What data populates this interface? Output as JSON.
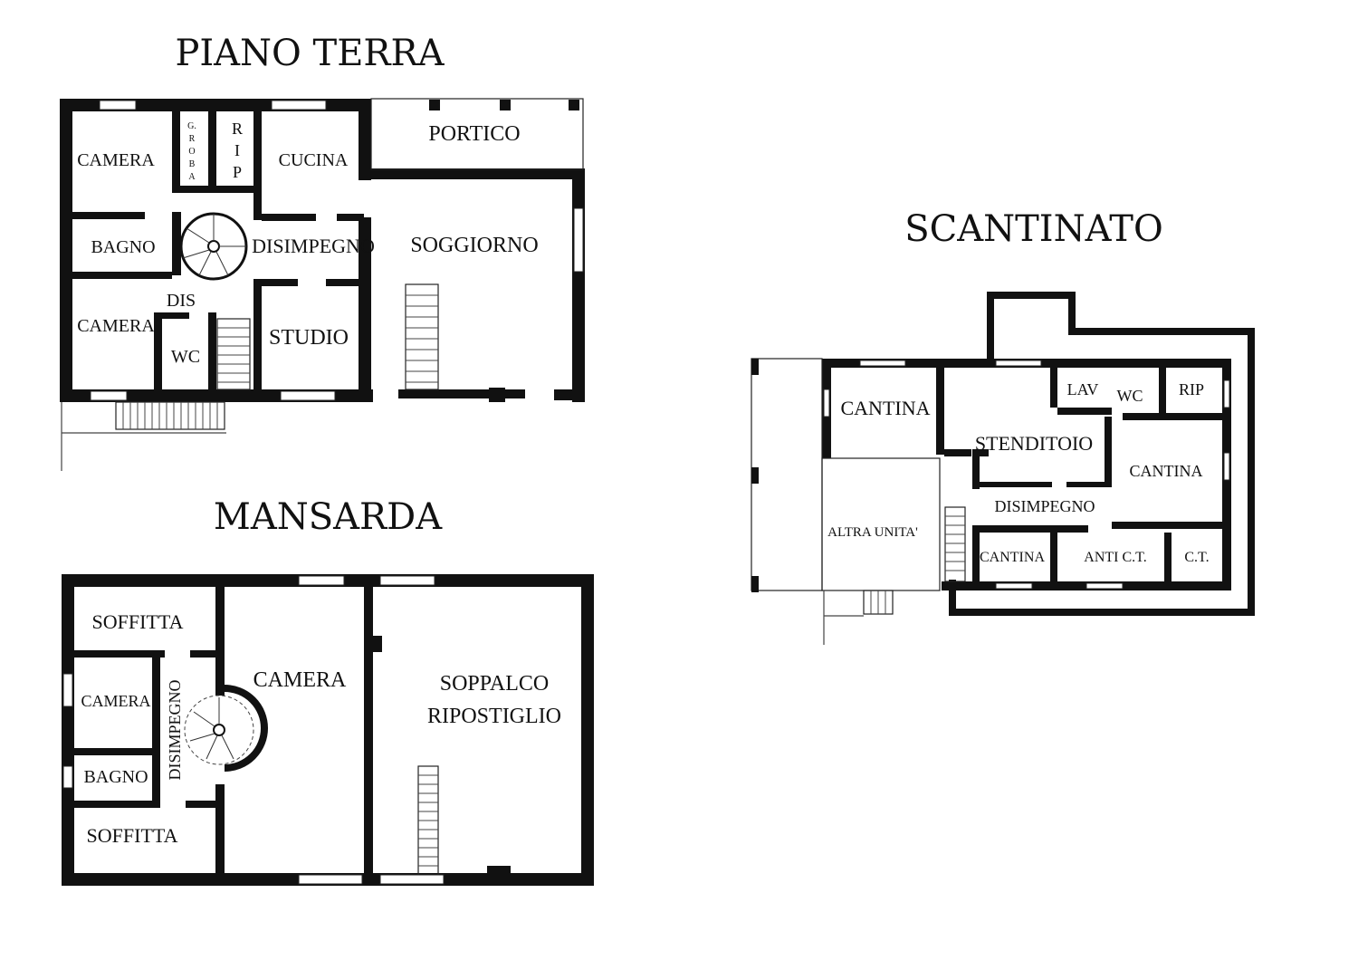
{
  "floors": {
    "piano_terra": {
      "title": "PIANO TERRA",
      "rooms": {
        "camera_top": "CAMERA",
        "groba_g": "G.",
        "groba_r": "R",
        "groba_o": "O",
        "groba_b": "B",
        "groba_a": "A",
        "rip_r": "R",
        "rip_i": "I",
        "rip_p": "P",
        "cucina": "CUCINA",
        "portico": "PORTICO",
        "bagno": "BAGNO",
        "disimpegno": "DISIMPEGNO",
        "soggiorno": "SOGGIORNO",
        "dis": "DIS",
        "camera_bottom": "CAMERA",
        "wc": "WC",
        "studio": "STUDIO"
      }
    },
    "mansarda": {
      "title": "MANSARDA",
      "rooms": {
        "soffitta_top": "SOFFITTA",
        "camera_small": "CAMERA",
        "disimpegno": "DISIMPEGNO",
        "bagno": "BAGNO",
        "soffitta_bottom": "SOFFITTA",
        "camera_large": "CAMERA",
        "soppalco": "SOPPALCO",
        "ripostiglio": "RIPOSTIGLIO"
      }
    },
    "scantinato": {
      "title": "SCANTINATO",
      "rooms": {
        "cantina_left": "CANTINA",
        "lav": "LAV",
        "wc": "WC",
        "rip": "RIP",
        "stenditoio": "STENDITOIO",
        "cantina_right": "CANTINA",
        "disimpegno": "DISIMPEGNO",
        "altra_unita": "ALTRA UNITA'",
        "cantina_small": "CANTINA",
        "anti_ct": "ANTI C.T.",
        "ct": "C.T."
      }
    }
  }
}
